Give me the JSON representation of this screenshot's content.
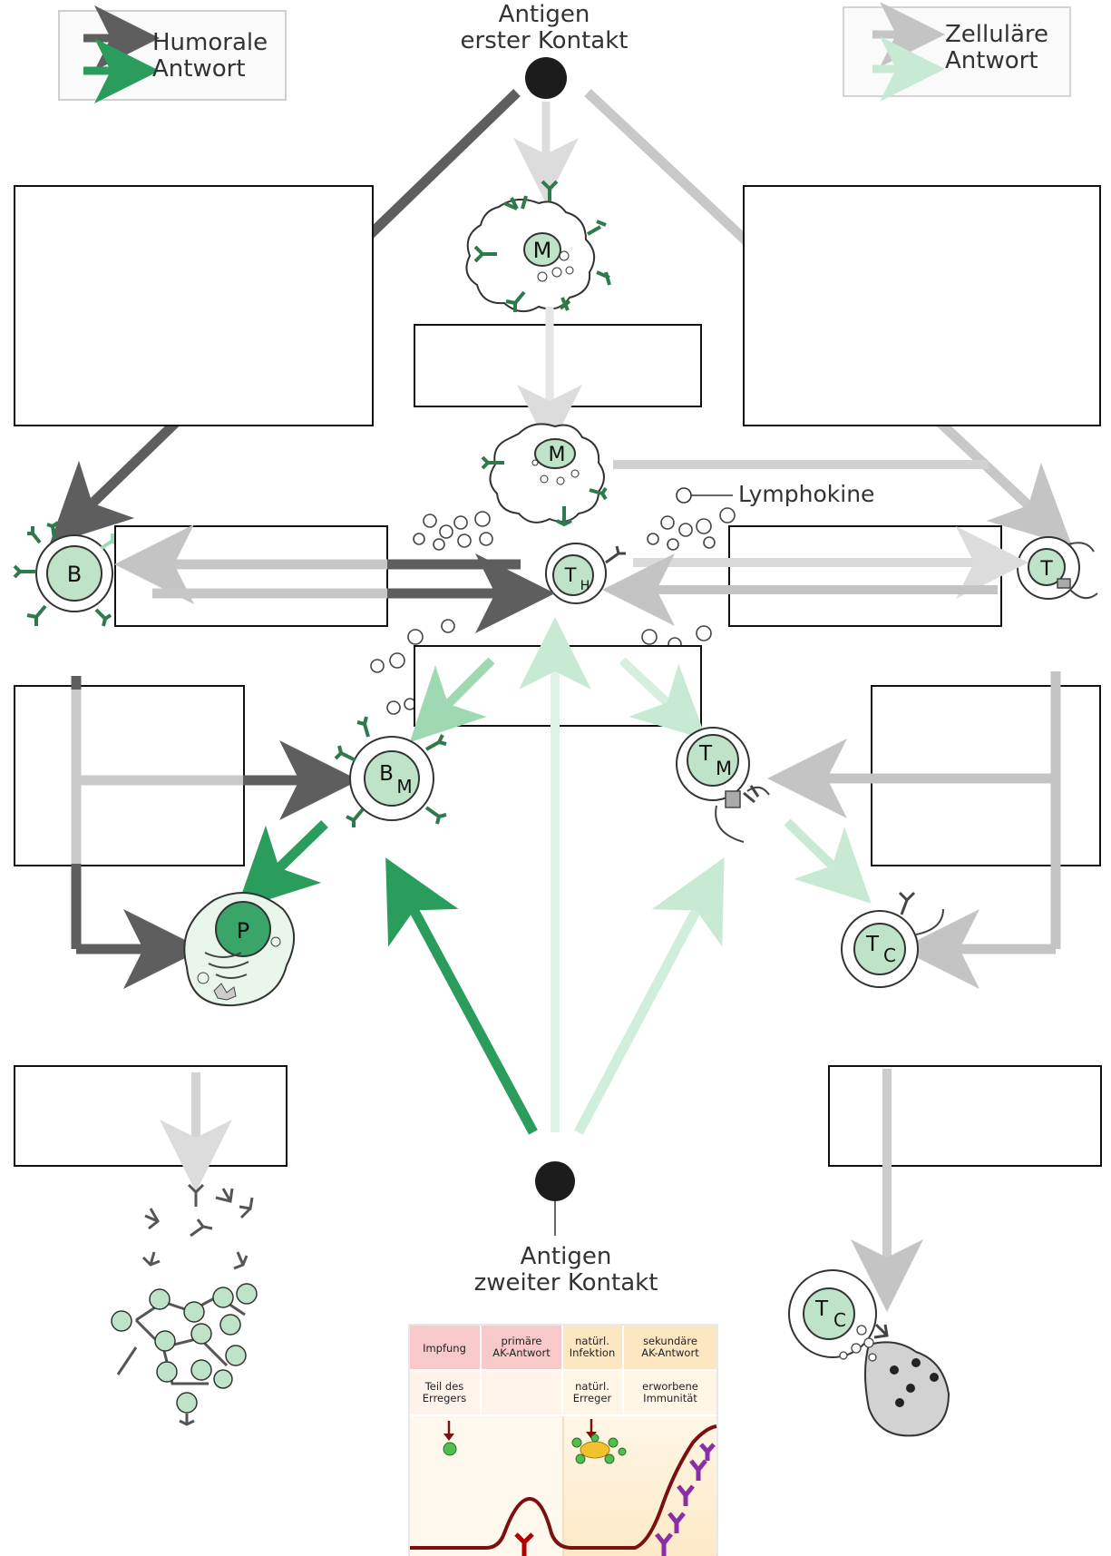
{
  "legend": {
    "humoral_line1": "Humorale",
    "humoral_line2": "Antwort",
    "cellular_line1": "Zelluläre",
    "cellular_line2": "Antwort"
  },
  "antigen_first": {
    "line1": "Antigen",
    "line2": "erster Kontakt"
  },
  "antigen_second": {
    "line1": "Antigen",
    "line2": "zweiter Kontakt"
  },
  "lymphokine_label": "Lymphokine",
  "cells": {
    "macrophage": "M",
    "macrophage_activated": "M",
    "b_cell": "B",
    "t_helper": "T",
    "t_helper_sub": "H",
    "t_cell": "T",
    "b_memory": "B",
    "b_memory_sub": "M",
    "t_memory": "T",
    "t_memory_sub": "M",
    "plasma_cell": "P",
    "t_cytotoxic": "T",
    "t_cytotoxic_sub": "C",
    "t_cytotoxic_2": "T",
    "t_cytotoxic_2_sub": "C"
  },
  "colors": {
    "humoral_arrow": "#5e5e5e",
    "humoral_green": "#2a9d5c",
    "cellular_arrow": "#bfbfbf",
    "cellular_green": "#c8ead4",
    "nucleus": "#bfe3c9",
    "plasma_nucleus": "#3aa568"
  },
  "inset_table": {
    "row1": [
      "Impfung",
      "primäre\nAK-Antwort",
      "natürl.\nInfektion",
      "sekundäre\nAK-Antwort"
    ],
    "row2": [
      "Teil des\nErregers",
      "",
      "natürl.\nErreger",
      "erworbene\nImmunität"
    ]
  }
}
